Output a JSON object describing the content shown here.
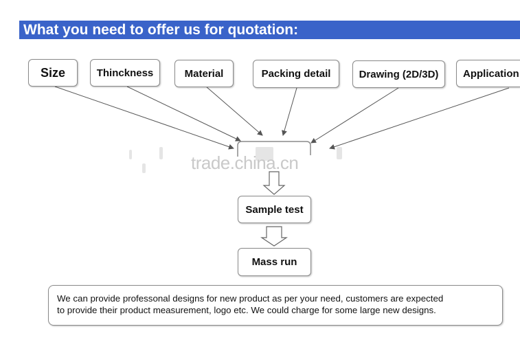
{
  "header": {
    "title": "What you need to offer us for quotation:"
  },
  "inputs": [
    {
      "id": "size",
      "label": "Size"
    },
    {
      "id": "thickness",
      "label": "Thinckness"
    },
    {
      "id": "material",
      "label": "Material"
    },
    {
      "id": "packing",
      "label": "Packing detail"
    },
    {
      "id": "drawing",
      "label": "Drawing (2D/3D)"
    },
    {
      "id": "application",
      "label": "Application"
    }
  ],
  "steps": [
    {
      "id": "sample",
      "label": "Sample test"
    },
    {
      "id": "mass",
      "label": "Mass run"
    }
  ],
  "watermark": "trade.china.cn",
  "note": {
    "line1": "We can provide professonal designs for new product  as per your need, customers are expected",
    "line2": "to provide their product measurement, logo etc. We could charge for some large new designs."
  },
  "colors": {
    "header_bg": "#3a63c9",
    "header_text": "#ffffff",
    "border": "#8a8a8a",
    "arrow": "#555555"
  }
}
